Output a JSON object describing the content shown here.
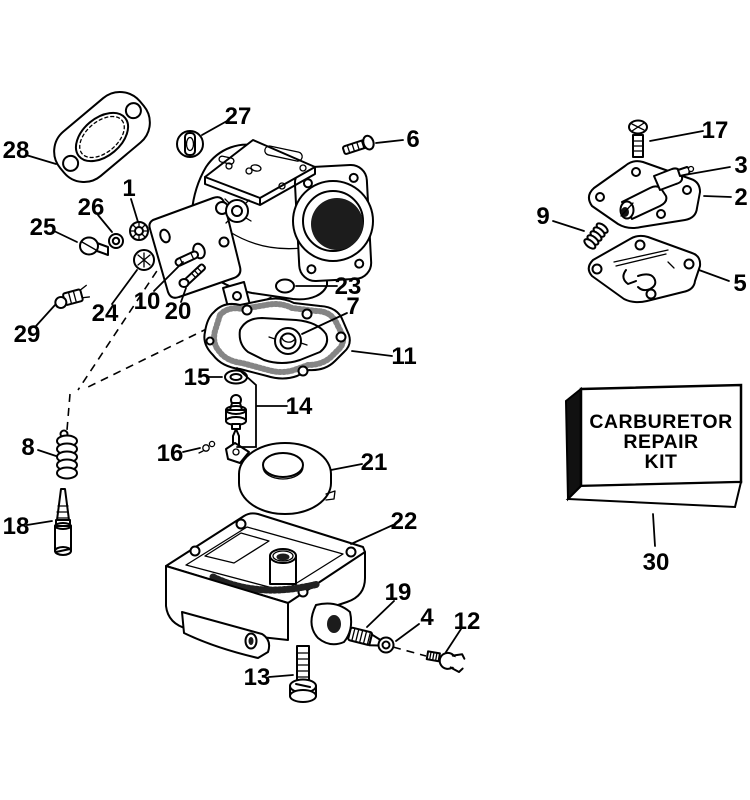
{
  "page": {
    "background": "#ffffff",
    "ink": "#000000"
  },
  "kit_box": {
    "line1": "CARBURETOR",
    "line2": "REPAIR",
    "line3": "KIT"
  },
  "callouts": {
    "c1": {
      "label": "1"
    },
    "c2": {
      "label": "2"
    },
    "c3": {
      "label": "3"
    },
    "c4": {
      "label": "4"
    },
    "c5": {
      "label": "5"
    },
    "c6": {
      "label": "6"
    },
    "c7": {
      "label": "7"
    },
    "c8": {
      "label": "8"
    },
    "c9": {
      "label": "9"
    },
    "c10": {
      "label": "10"
    },
    "c11": {
      "label": "11"
    },
    "c12": {
      "label": "12"
    },
    "c13": {
      "label": "13"
    },
    "c14": {
      "label": "14"
    },
    "c15": {
      "label": "15"
    },
    "c16": {
      "label": "16"
    },
    "c17": {
      "label": "17"
    },
    "c18": {
      "label": "18"
    },
    "c19": {
      "label": "19"
    },
    "c20": {
      "label": "20"
    },
    "c21": {
      "label": "21"
    },
    "c22": {
      "label": "22"
    },
    "c23": {
      "label": "23"
    },
    "c24": {
      "label": "24"
    },
    "c25": {
      "label": "25"
    },
    "c26": {
      "label": "26"
    },
    "c27": {
      "label": "27"
    },
    "c28": {
      "label": "28"
    },
    "c29": {
      "label": "29"
    },
    "c30": {
      "label": "30"
    }
  }
}
